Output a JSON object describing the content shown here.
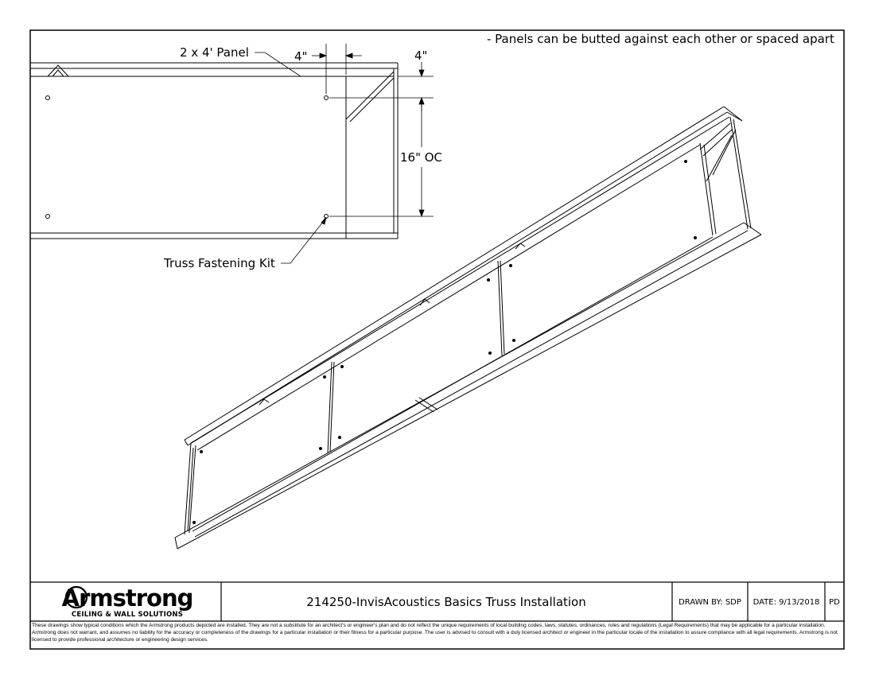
{
  "notes": {
    "panel_spacing": "- Panels can be butted against each other or spaced apart"
  },
  "detail": {
    "panel_label": "2 x 4' Panel",
    "dim_edge_h": "4\"",
    "dim_edge_v": "4\"",
    "dim_oc": "16\" OC",
    "kit_label": "Truss Fastening Kit"
  },
  "title_block": {
    "logo_text": "Armstrong",
    "logo_subtitle": "CEILING & WALL SOLUTIONS",
    "drawing_title": "214250-InvisAcoustics Basics Truss Installation",
    "drawn_by": "DRAWN BY:  SDP",
    "date": "DATE: 9/13/2018",
    "sheet_code": "PD"
  },
  "disclaimer": "These drawings show typical conditions which the Armstrong products depicted are installed.  They are not a substitute for an architect's or engineer's plan and do not reflect the unique requirements of local building codes, laws, statutes, ordinances, rules and regulations (Legal Requirements) that may be applicable for a particular installation. Armstrong does not warrant, and assumes no liability for the accuracy or completeness of the drawings for a particular installation or their fitness for a particular purpose. The user is advised to consult with a duly licensed architect or engineer in the particular locale of the installation to assure compliance with all legal requirements. Armstrong is not licensed to provide professional architecture or engineering design services."
}
